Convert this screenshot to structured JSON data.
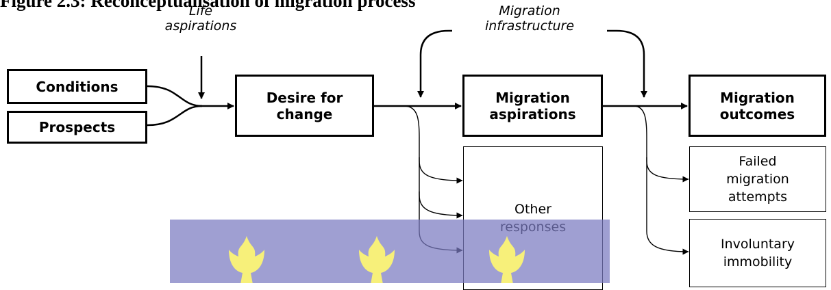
{
  "figure_title": "Figure 2.3: Reconceptualisation of migration process",
  "labels": {
    "life_aspirations": "Life\naspirations",
    "migration_infrastructure": "Migration\ninfrastructure"
  },
  "boxes": {
    "conditions": "Conditions",
    "prospects": "Prospects",
    "desire_for_change": "Desire for\nchange",
    "migration_aspirations": "Migration\naspirations",
    "migration_outcomes": "Migration\noutcomes",
    "other_responses": "Other\nresponses",
    "failed_attempts": "Failed\nmigration\nattempts",
    "involuntary_immobility": "Involuntary\nimmobility"
  },
  "watermark": {
    "color": "#7a7ac0",
    "flame_color": "#f7f07a",
    "flame_count": 3
  }
}
